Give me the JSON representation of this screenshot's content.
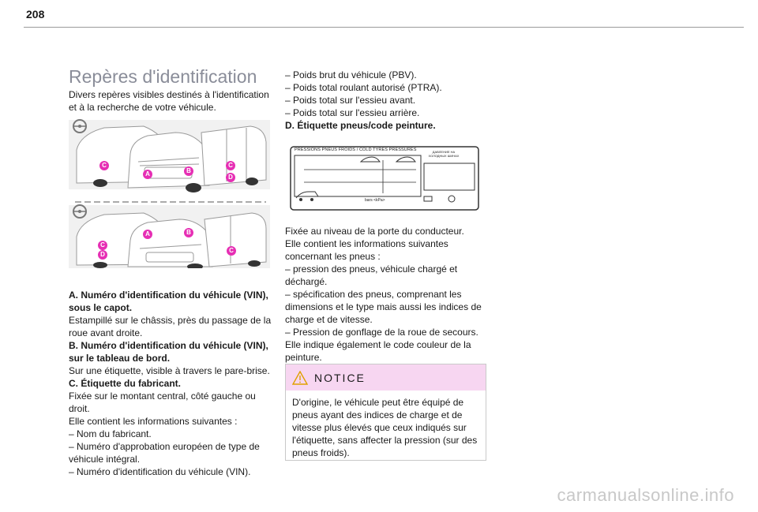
{
  "page": {
    "number": "208"
  },
  "section": {
    "title": "Repères d'identification",
    "intro": "Divers repères visibles destinés à l'identification et à la recherche de votre véhicule."
  },
  "figure_labels": {
    "top": [
      "A",
      "B",
      "C",
      "C",
      "D"
    ],
    "bottom": [
      "A",
      "B",
      "C",
      "D",
      "C"
    ],
    "accent_color": "#e62fb4"
  },
  "left_column": [
    {
      "bold": "A. Numéro d'identification du véhicule (VIN), sous le capot."
    },
    {
      "text": " Estampillé sur le châssis, près du passage de la roue avant droite."
    },
    {
      "bold": "B. Numéro d'identification du véhicule (VIN), sur le tableau de bord."
    },
    {
      "text": "Sur une étiquette, visible à travers le pare-brise."
    },
    {
      "bold": "C. Étiquette du fabricant."
    },
    {
      "text": "Fixée sur le montant central, côté gauche ou droit."
    },
    {
      "text": "Elle contient les informations suivantes :"
    },
    {
      "text": "–  Nom du fabricant."
    },
    {
      "text": "–  Numéro d'approbation européen de type de véhicule intégral."
    },
    {
      "text": "–  Numéro d'identification du véhicule (VIN)."
    }
  ],
  "right_list": [
    {
      "text": "–  Poids brut du véhicule (PBV)."
    },
    {
      "text": "–  Poids total roulant autorisé (PTRA)."
    },
    {
      "text": "–  Poids total sur l'essieu avant."
    },
    {
      "text": "–  Poids total sur l'essieu arrière."
    },
    {
      "bold": "D. Étiquette pneus/code peinture."
    }
  ],
  "tyre_label": {
    "heading": "PRESSIONS PNEUS FROIDS / COLD TYRES PRESSURES",
    "cyrillic": "ДАВЛЕНИЕ НА ХОЛОДНЫХ ШИНАХ",
    "units": "bars  <kPa>"
  },
  "right_column": [
    {
      "text": "Fixée au niveau de la porte du conducteur."
    },
    {
      "text": "Elle contient les informations suivantes concernant les pneus :"
    },
    {
      "text": "–  pression des pneus, véhicule chargé et déchargé."
    },
    {
      "text": "–  spécification des pneus, comprenant les dimensions et le type mais aussi les indices de charge et de vitesse."
    },
    {
      "text": "–  Pression de gonflage de la roue de secours."
    },
    {
      "text": "Elle indique également le code couleur de la peinture."
    }
  ],
  "notice": {
    "title": "NOTICE",
    "body": "D'origine, le véhicule peut être équipé de pneus ayant des indices de charge et de vitesse plus élevés que ceux indiqués sur l'étiquette, sans affecter la pression (sur des pneus froids).",
    "header_color": "#f7d6f1",
    "icon": "warning-triangle-icon"
  },
  "watermark": "carmanualsonline.info"
}
